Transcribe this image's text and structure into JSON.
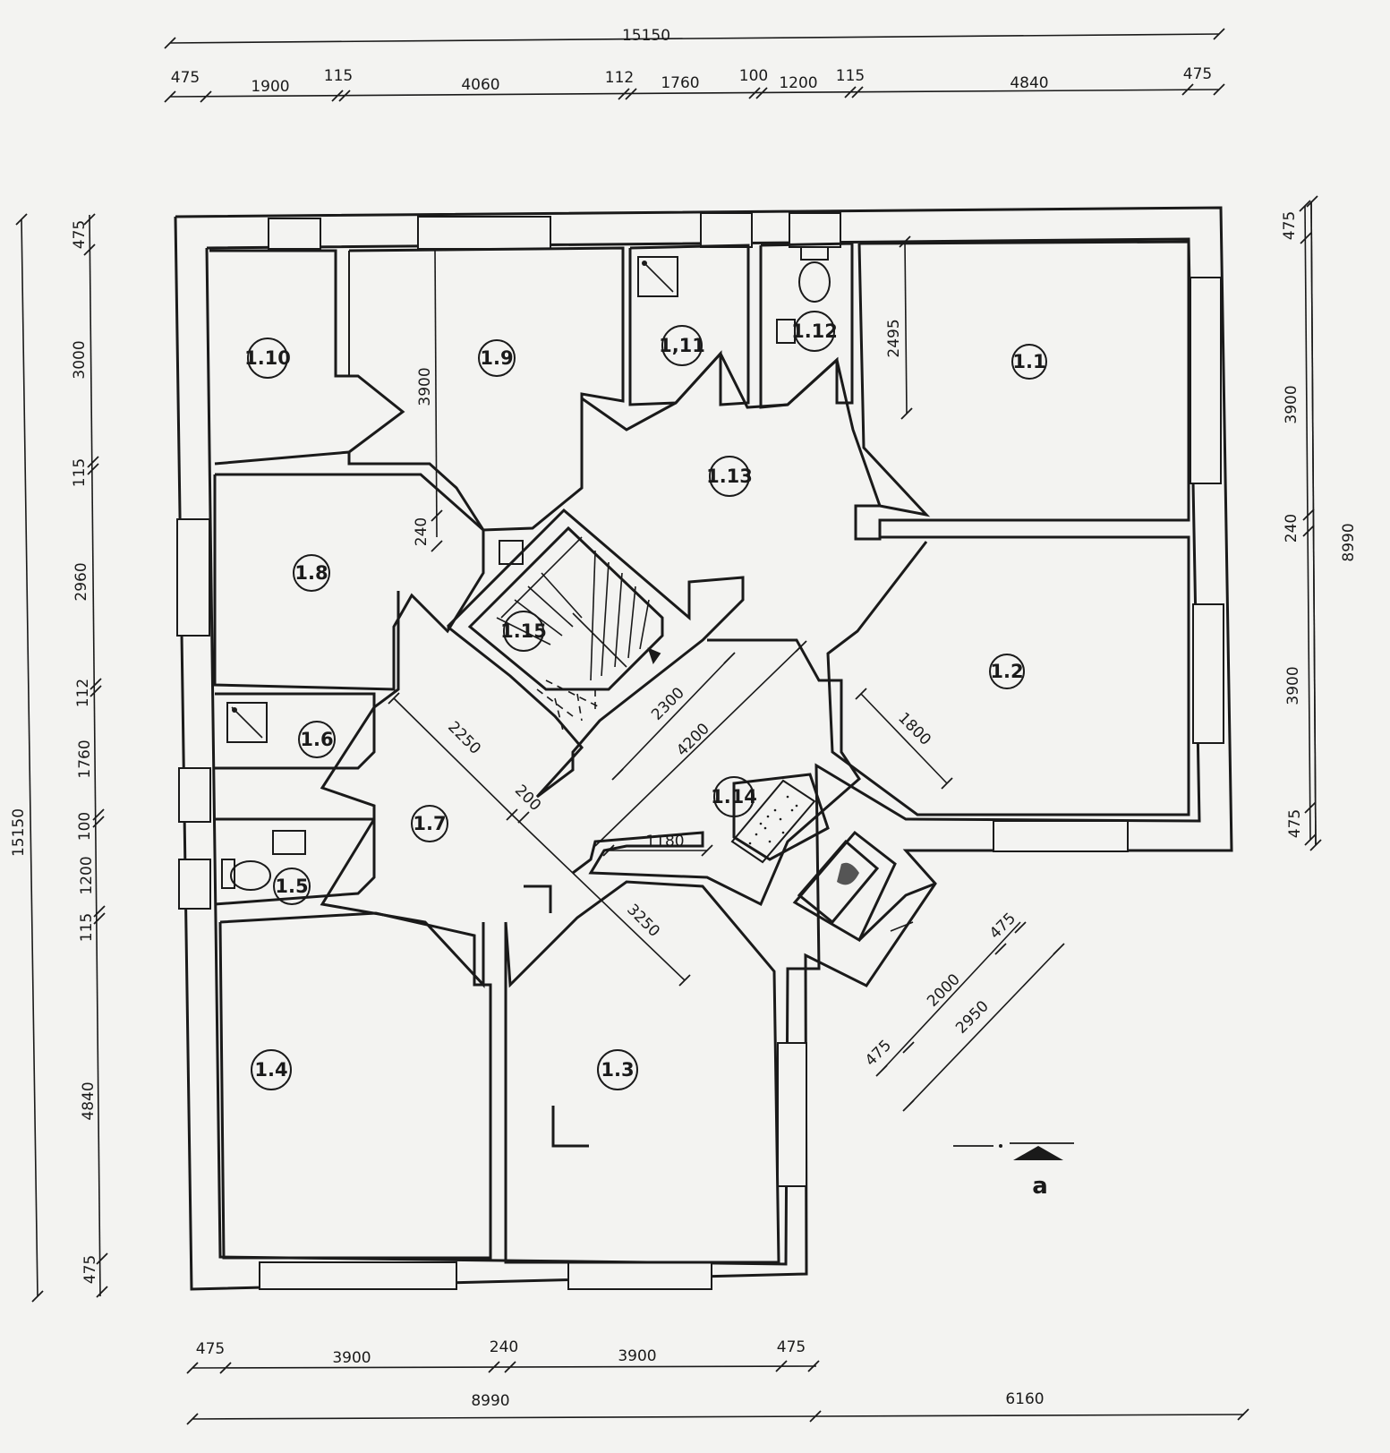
{
  "dimensions": {
    "top_total": "15150",
    "top_parts": [
      "475",
      "1900",
      "115",
      "4060",
      "112",
      "1760",
      "100",
      "1200",
      "115",
      "4840",
      "475"
    ],
    "left_total": "15150",
    "left_parts": [
      "475",
      "3000",
      "115",
      "2960",
      "112",
      "1760",
      "100",
      "1200",
      "115",
      "4840",
      "475"
    ],
    "right_total": "8990",
    "right_parts": [
      "475",
      "3900",
      "240",
      "3900",
      "475"
    ],
    "bottom_parts": [
      "475",
      "3900",
      "240",
      "3900",
      "475"
    ],
    "bottom_totals": [
      "8990",
      "6160"
    ],
    "inner": {
      "room_1_1_depth": "2495",
      "room_1_9_depth": "3900",
      "wall_240": "240",
      "stair_2300": "2300",
      "hall_4200": "4200",
      "room_1_2_1800": "1800",
      "hall_2250": "2250",
      "wall_200": "200",
      "hall_1180": "1180",
      "hall_3250": "3250",
      "bay_475_a": "475",
      "bay_2000": "2000",
      "bay_475_b": "475",
      "bay_2950": "2950"
    }
  },
  "rooms": [
    {
      "id": "1.1"
    },
    {
      "id": "1.2"
    },
    {
      "id": "1.3"
    },
    {
      "id": "1.4"
    },
    {
      "id": "1.5"
    },
    {
      "id": "1.6"
    },
    {
      "id": "1.7"
    },
    {
      "id": "1.8"
    },
    {
      "id": "1.9"
    },
    {
      "id": "1.10"
    },
    {
      "id": "1,11"
    },
    {
      "id": "1.12"
    },
    {
      "id": "1.13"
    },
    {
      "id": "1.14"
    },
    {
      "id": "1.15"
    }
  ],
  "section_marker": "a"
}
